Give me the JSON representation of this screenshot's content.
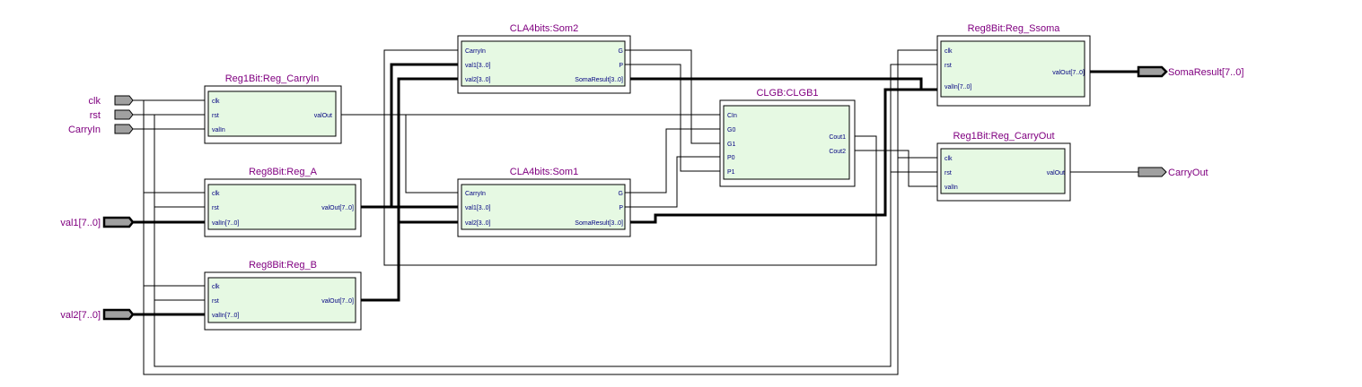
{
  "colors": {
    "background": "#ffffff",
    "block_fill": "#e6f9e3",
    "block_outline": "#000000",
    "instance_title": "#800080",
    "port_label": "#000080",
    "pin_fill": "#a0a0a0",
    "wire": "#000000"
  },
  "pins": {
    "clk": "clk",
    "rst": "rst",
    "carryin": "CarryIn",
    "val1": "val1[7..0]",
    "val2": "val2[7..0]",
    "somaresult": "SomaResult[7..0]",
    "carryout": "CarryOut"
  },
  "blocks": {
    "reg_carryin": {
      "title": "Reg1Bit:Reg_CarryIn",
      "in": [
        "clk",
        "rst",
        "valIn"
      ],
      "out": [
        "valOut"
      ]
    },
    "reg_a": {
      "title": "Reg8Bit:Reg_A",
      "in": [
        "clk",
        "rst",
        "valIn[7..0]"
      ],
      "out": [
        "valOut[7..0]"
      ]
    },
    "reg_b": {
      "title": "Reg8Bit:Reg_B",
      "in": [
        "clk",
        "rst",
        "valIn[7..0]"
      ],
      "out": [
        "valOut[7..0]"
      ]
    },
    "som2": {
      "title": "CLA4bits:Som2",
      "in": [
        "CarryIn",
        "val1[3..0]",
        "val2[3..0]"
      ],
      "out": [
        "G",
        "P",
        "SomaResult[3..0]"
      ]
    },
    "som1": {
      "title": "CLA4bits:Som1",
      "in": [
        "CarryIn",
        "val1[3..0]",
        "val2[3..0]"
      ],
      "out": [
        "G",
        "P",
        "SomaResult[3..0]"
      ]
    },
    "clgb": {
      "title": "CLGB:CLGB1",
      "in": [
        "CIn",
        "G0",
        "G1",
        "P0",
        "P1"
      ],
      "out": [
        "Cout1",
        "Cout2"
      ]
    },
    "reg_ssoma": {
      "title": "Reg8Bit:Reg_Ssoma",
      "in": [
        "clk",
        "rst",
        "valIn[7..0]"
      ],
      "out": [
        "valOut[7..0]"
      ]
    },
    "reg_carryout": {
      "title": "Reg1Bit:Reg_CarryOut",
      "in": [
        "clk",
        "rst",
        "valIn"
      ],
      "out": [
        "valOut"
      ]
    }
  }
}
